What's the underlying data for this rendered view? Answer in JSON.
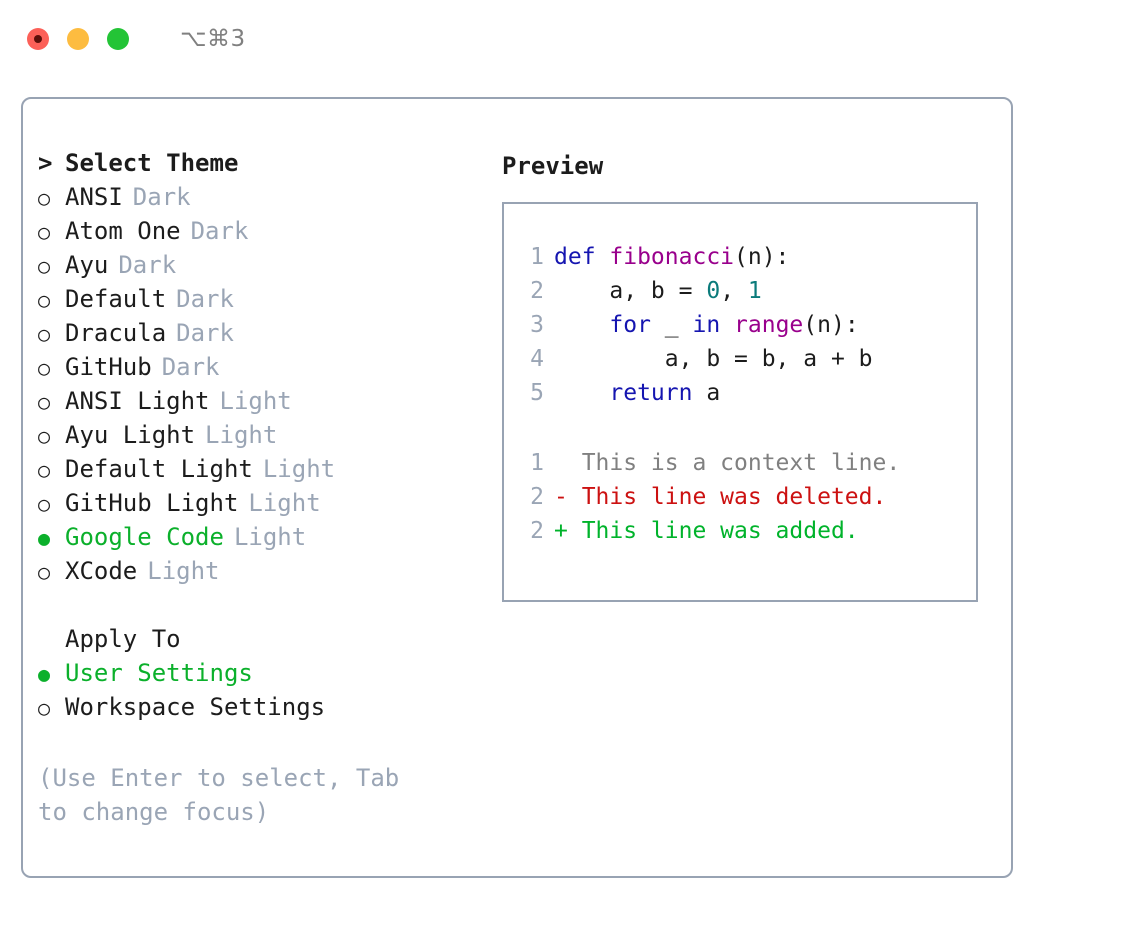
{
  "titlebar": {
    "shortcut": "⌥⌘3",
    "buttons": [
      {
        "name": "close",
        "color": "#fc6058"
      },
      {
        "name": "minimize",
        "color": "#fdbc40"
      },
      {
        "name": "maximize",
        "color": "#23c436"
      }
    ]
  },
  "left": {
    "heading": {
      "marker": ">",
      "label": "Select Theme"
    },
    "themes": [
      {
        "marker": "○",
        "label": "ANSI",
        "variant": "Dark",
        "selected": false
      },
      {
        "marker": "○",
        "label": "Atom One",
        "variant": "Dark",
        "selected": false
      },
      {
        "marker": "○",
        "label": "Ayu",
        "variant": "Dark",
        "selected": false
      },
      {
        "marker": "○",
        "label": "Default",
        "variant": "Dark",
        "selected": false
      },
      {
        "marker": "○",
        "label": "Dracula",
        "variant": "Dark",
        "selected": false
      },
      {
        "marker": "○",
        "label": "GitHub",
        "variant": "Dark",
        "selected": false
      },
      {
        "marker": "○",
        "label": "ANSI Light",
        "variant": "Light",
        "selected": false
      },
      {
        "marker": "○",
        "label": "Ayu Light",
        "variant": "Light",
        "selected": false
      },
      {
        "marker": "○",
        "label": "Default Light",
        "variant": "Light",
        "selected": false
      },
      {
        "marker": "○",
        "label": "GitHub Light",
        "variant": "Light",
        "selected": false
      },
      {
        "marker": "●",
        "label": "Google Code",
        "variant": "Light",
        "selected": true
      },
      {
        "marker": "○",
        "label": "XCode",
        "variant": "Light",
        "selected": false
      }
    ],
    "apply_to": {
      "heading": "Apply To",
      "options": [
        {
          "marker": "●",
          "label": "User Settings",
          "selected": true
        },
        {
          "marker": "○",
          "label": "Workspace Settings",
          "selected": false
        }
      ]
    },
    "hint": "(Use Enter to select, Tab to change focus)"
  },
  "right": {
    "title": "Preview",
    "code_lines": [
      {
        "no": "1",
        "segments": [
          {
            "text": "def ",
            "type": "kw"
          },
          {
            "text": "fibonacci",
            "type": "fn"
          },
          {
            "text": "(n):",
            "type": "plain"
          }
        ]
      },
      {
        "no": "2",
        "segments": [
          {
            "text": "    a, b = ",
            "type": "plain"
          },
          {
            "text": "0",
            "type": "num"
          },
          {
            "text": ", ",
            "type": "plain"
          },
          {
            "text": "1",
            "type": "num"
          }
        ]
      },
      {
        "no": "3",
        "segments": [
          {
            "text": "    ",
            "type": "plain"
          },
          {
            "text": "for",
            "type": "kw"
          },
          {
            "text": " _ ",
            "type": "plain"
          },
          {
            "text": "in",
            "type": "kw"
          },
          {
            "text": " ",
            "type": "plain"
          },
          {
            "text": "range",
            "type": "fn"
          },
          {
            "text": "(n):",
            "type": "plain"
          }
        ]
      },
      {
        "no": "4",
        "segments": [
          {
            "text": "        a, b = b, a + b",
            "type": "plain"
          }
        ]
      },
      {
        "no": "5",
        "segments": [
          {
            "text": "    ",
            "type": "plain"
          },
          {
            "text": "return",
            "type": "kw"
          },
          {
            "text": " a",
            "type": "plain"
          }
        ]
      }
    ],
    "diff_lines": [
      {
        "no": "1",
        "segments": [
          {
            "text": "  This is a context line.",
            "type": "ctx"
          }
        ]
      },
      {
        "no": "2",
        "segments": [
          {
            "text": "- This line was deleted.",
            "type": "del"
          }
        ]
      },
      {
        "no": "2",
        "segments": [
          {
            "text": "+ This line was added.",
            "type": "add"
          }
        ]
      }
    ]
  },
  "colors": {
    "border": "#98a3b3",
    "accent_green": "#0bb02b",
    "muted": "#9aa5b5",
    "keyword": "#1515b0",
    "function": "#99008c",
    "number": "#0b7b7b",
    "diff_deleted": "#cc1111",
    "diff_added": "#00b32b"
  }
}
